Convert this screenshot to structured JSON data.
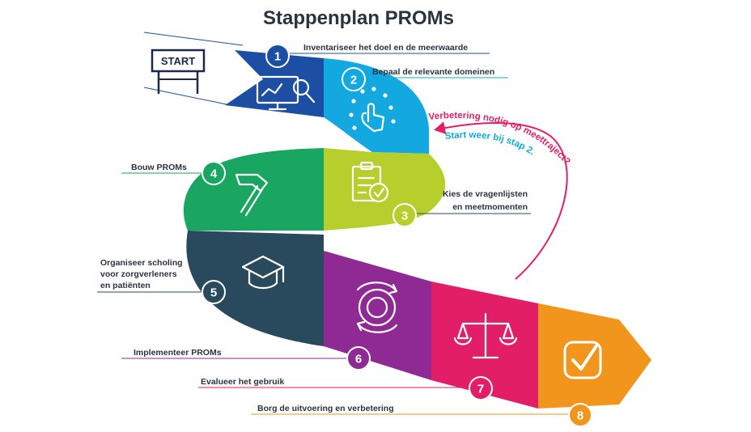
{
  "title": "Stappenplan PROMs",
  "start_sign": "START",
  "steps": [
    {
      "number": "1",
      "label": "Inventariseer het doel en de meerwaarde",
      "color": "#1c4fa3",
      "icon": "monitor-chart-magnifier-icon"
    },
    {
      "number": "2",
      "label": "Bepaal de relevante domeinen",
      "color": "#13a8e0",
      "icon": "hand-pointer-dots-icon"
    },
    {
      "number": "3",
      "label_lines": [
        "Kies de vragenlijsten",
        "en meetmomenten"
      ],
      "color": "#b6cf2c",
      "icon": "clipboard-check-icon"
    },
    {
      "number": "4",
      "label": "Bouw PROMs",
      "color": "#19a660",
      "icon": "hammer-icon"
    },
    {
      "number": "5",
      "label_lines": [
        "Organiseer scholing",
        "voor zorgverleners",
        "en patiënten"
      ],
      "color": "#294a5c",
      "icon": "graduation-cap-icon"
    },
    {
      "number": "6",
      "label": "Implementeer PROMs",
      "color": "#8f2a94",
      "icon": "cycle-gear-icon"
    },
    {
      "number": "7",
      "label": "Evalueer het gebruik",
      "color": "#e21f66",
      "icon": "balance-scale-icon"
    },
    {
      "number": "8",
      "label": "Borg de uitvoering en verbetering",
      "color": "#f2951c",
      "icon": "checkmark-icon"
    }
  ],
  "feedback": {
    "line1": "Verbetering nodig op meettraject?",
    "line1_color": "#e21f66",
    "line2": "Start weer bij stap 2.",
    "line2_color": "#13a8e0"
  }
}
